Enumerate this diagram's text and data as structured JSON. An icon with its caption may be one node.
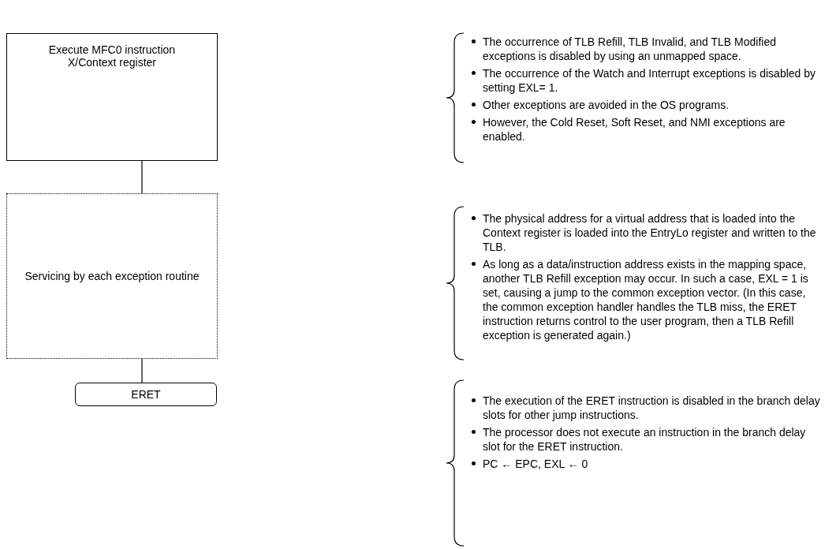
{
  "diagram": {
    "nodes": [
      {
        "text": [
          "Execute MFC0 instruction X/Context register"
        ],
        "beside": [
          "The occurrence of TLB Refill, TLB Invalid, and TLB Modified exceptions is disabled by using an unmapped space.",
          "The occurrence of the Watch and Interrupt exceptions is disabled by setting EXL= 1.",
          "Other exceptions are avoided in the OS programs.",
          "However, the Cold Reset, Soft Reset, and NMI exceptions are enabled."
        ]
      },
      {
        "text": [
          "Servicing by each exception routine"
        ],
        "beside": [
          "The physical address for a virtual address that is loaded into the Context register is loaded into the EntryLo register and written to the TLB.",
          "As long as a data/instruction address exists in the mapping space, another TLB Refill exception may occur. In such a case, EXL = 1 is set, causing a jump to the common exception vector. (In this case, the common exception handler handles the TLB miss, the ERET instruction returns control to the user program, then a TLB Refill exception is generated again.)"
        ]
      },
      {
        "text": [
          "ERET"
        ],
        "beside": [
          "The execution of the ERET instruction is disabled in the branch delay slots for other jump instructions.",
          "The processor does not execute an instruction in the branch delay slot for the ERET instruction.",
          "PC ← EPC, EXL ← 0"
        ]
      }
    ],
    "edges": [
      {
        "from": 0,
        "to": 1,
        "arrow": "none"
      },
      {
        "from": 1,
        "to": 2,
        "arrow": "none"
      }
    ]
  }
}
